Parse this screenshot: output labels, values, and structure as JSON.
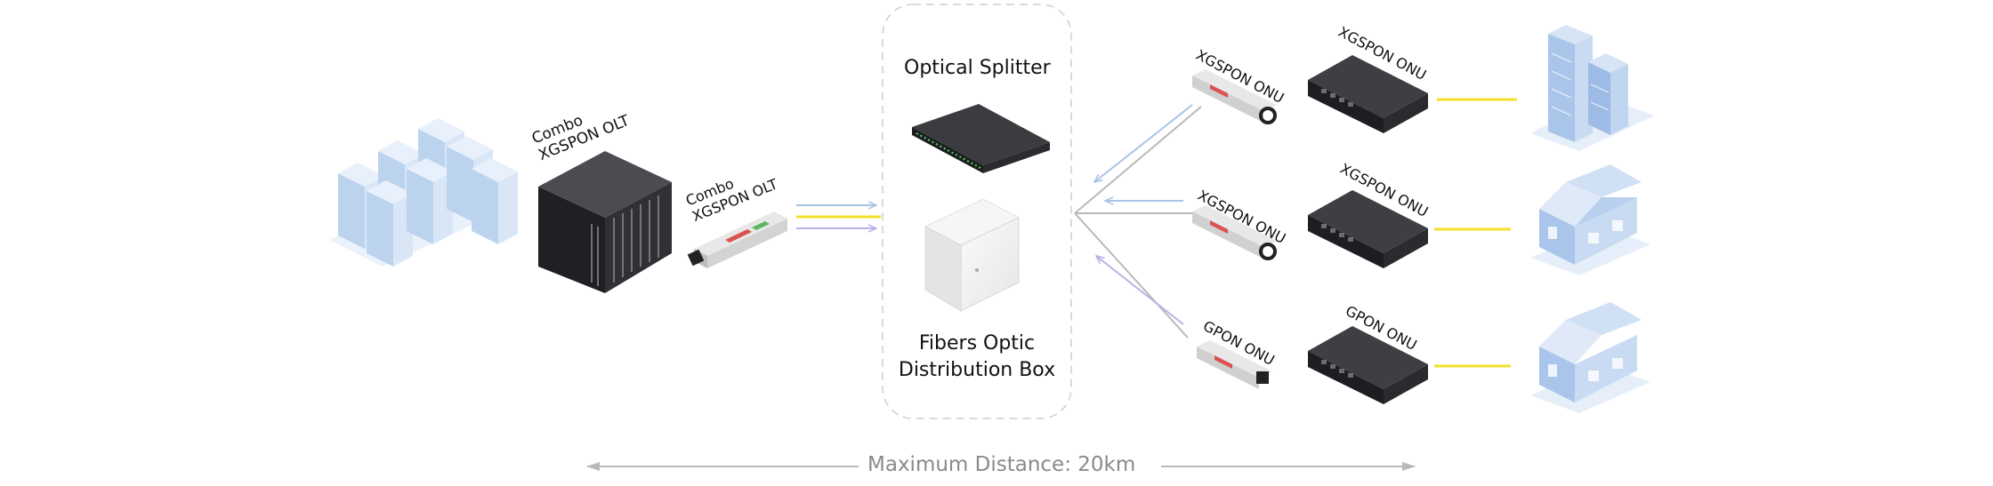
{
  "olt": {
    "label_line1": "Combo",
    "label_line2": "XGSPON OLT"
  },
  "olt_module": {
    "label_line1": "Combo",
    "label_line2": "XGSPON OLT"
  },
  "splitter": {
    "label": "Optical Splitter"
  },
  "distribution_box": {
    "label_line1": "Fibers Optic",
    "label_line2": "Distribution Box"
  },
  "modules": [
    {
      "label": "XGSPON ONU"
    },
    {
      "label": "XGSPON ONU"
    },
    {
      "label": "GPON ONU"
    }
  ],
  "onus": [
    {
      "label": "XGSPON ONU",
      "building": "office-tower"
    },
    {
      "label": "XGSPON ONU",
      "building": "house"
    },
    {
      "label": "GPON ONU",
      "building": "house"
    }
  ],
  "distance": {
    "label": "Maximum Distance: 20km"
  },
  "colors": {
    "arrow_blue": "#a8c4e6",
    "arrow_purple": "#b7b3e8",
    "fiber_yellow": "#f2e02a",
    "line_gray": "#b9b9b9",
    "server_blue": "#c5daf2",
    "device_dark": "#2b2d31",
    "dashed_border": "#cfcfcf"
  }
}
